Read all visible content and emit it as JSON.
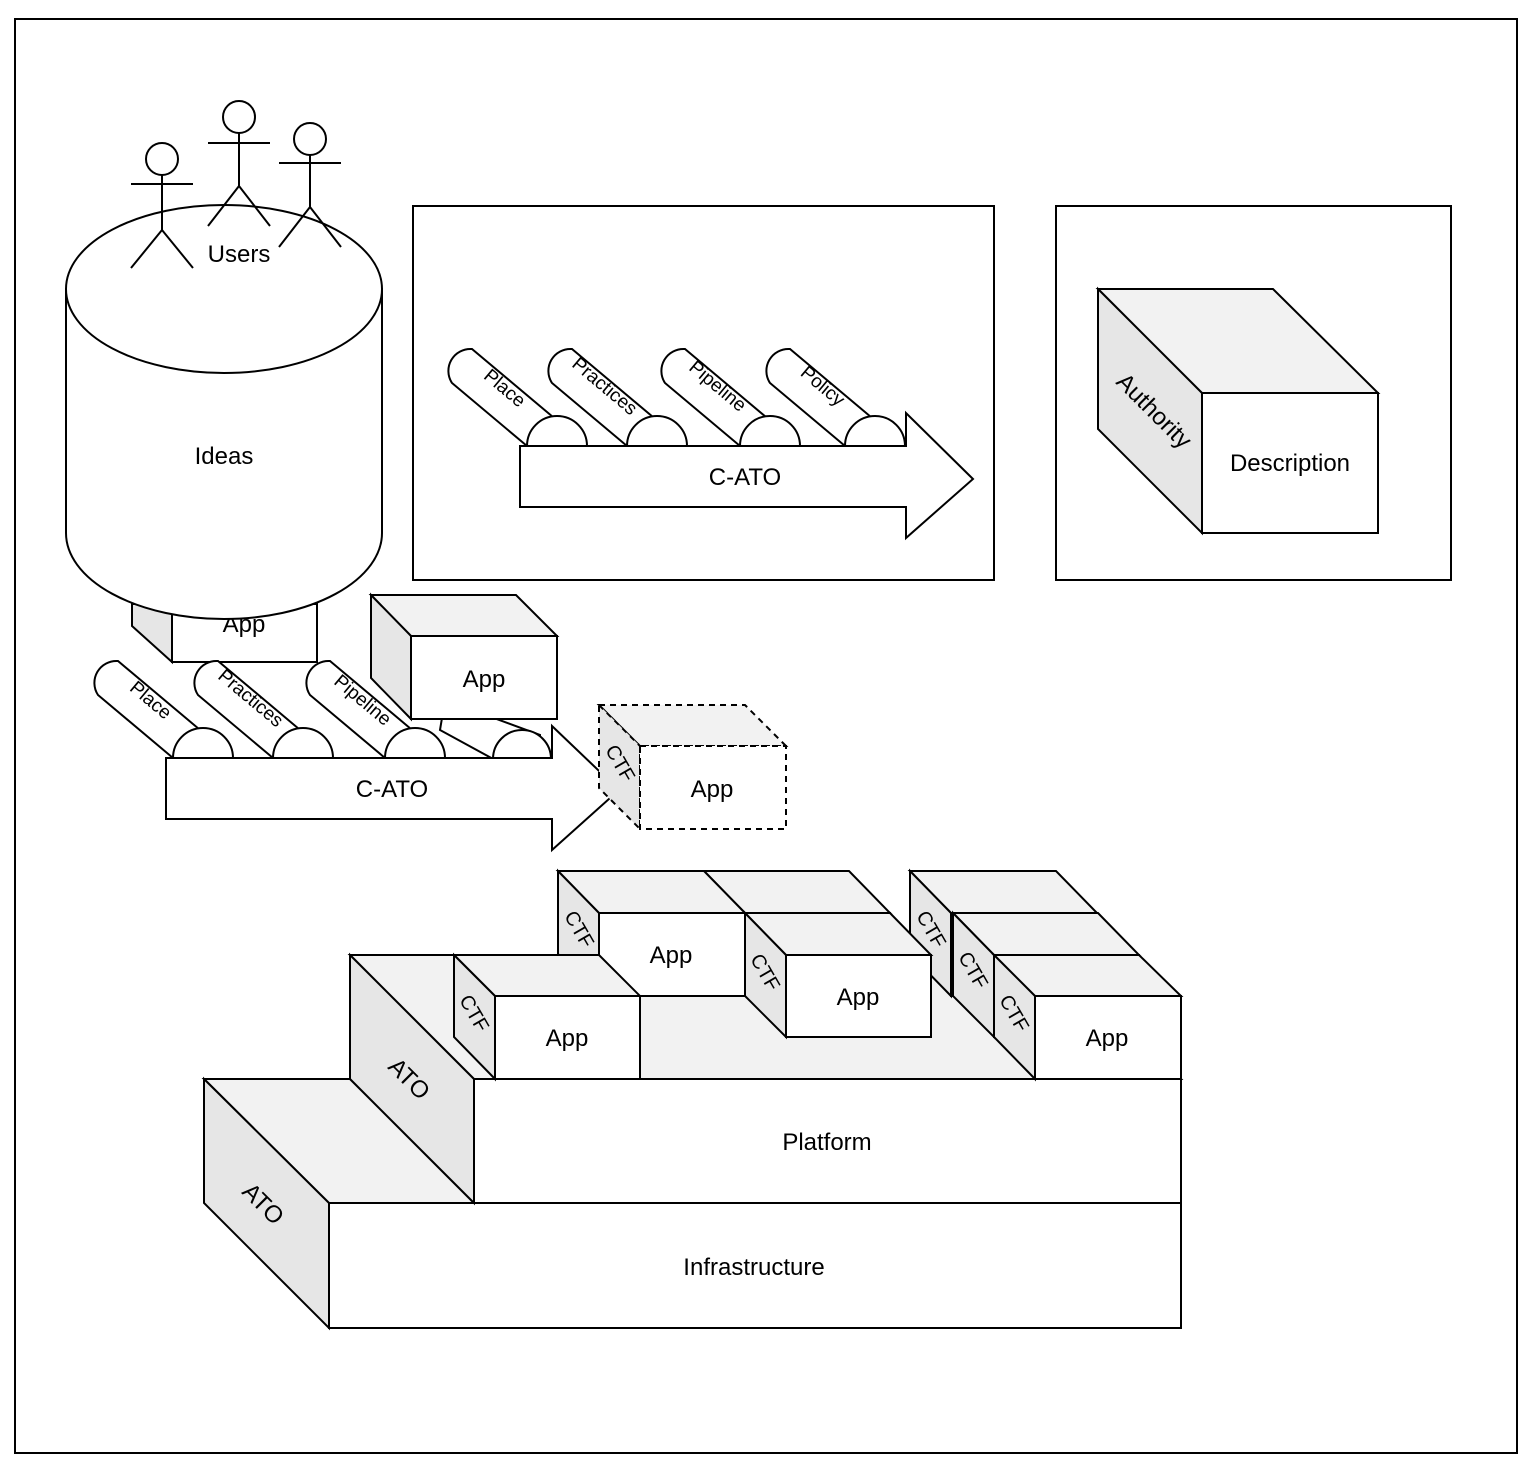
{
  "colors": {
    "stroke": "#000000",
    "face": "#ffffff",
    "top": "#f2f2f2",
    "side": "#e6e6e6",
    "background": "#ffffff"
  },
  "users": {
    "label": "Users",
    "icons": [
      "actor-icon",
      "actor-icon",
      "actor-icon"
    ]
  },
  "ideas": {
    "label": "Ideas"
  },
  "legend_pipeline": {
    "arrow_label": "C-ATO",
    "rollers": [
      "Place",
      "Practices",
      "Pipeline",
      "Policy"
    ]
  },
  "legend_authority": {
    "side_label": "Authority",
    "front_label": "Description"
  },
  "pipeline": {
    "arrow_label": "C-ATO",
    "rollers": [
      "Place",
      "Practices",
      "Pipeline"
    ],
    "app_behind": "App",
    "app_on_top": "App",
    "app_delivered": {
      "label": "App",
      "side_label": "CTF"
    }
  },
  "stack": {
    "infrastructure": {
      "label": "Infrastructure",
      "side_label": "ATO"
    },
    "platform": {
      "label": "Platform",
      "side_label": "ATO"
    },
    "apps": [
      {
        "label": "App",
        "side_label": "CTF"
      },
      {
        "label": "App",
        "side_label": "CTF"
      },
      {
        "label": "App",
        "side_label": "CTF"
      },
      {
        "label": "App",
        "side_label": "CTF"
      }
    ],
    "extra_side_labels": [
      "CTF",
      "CTF"
    ]
  }
}
